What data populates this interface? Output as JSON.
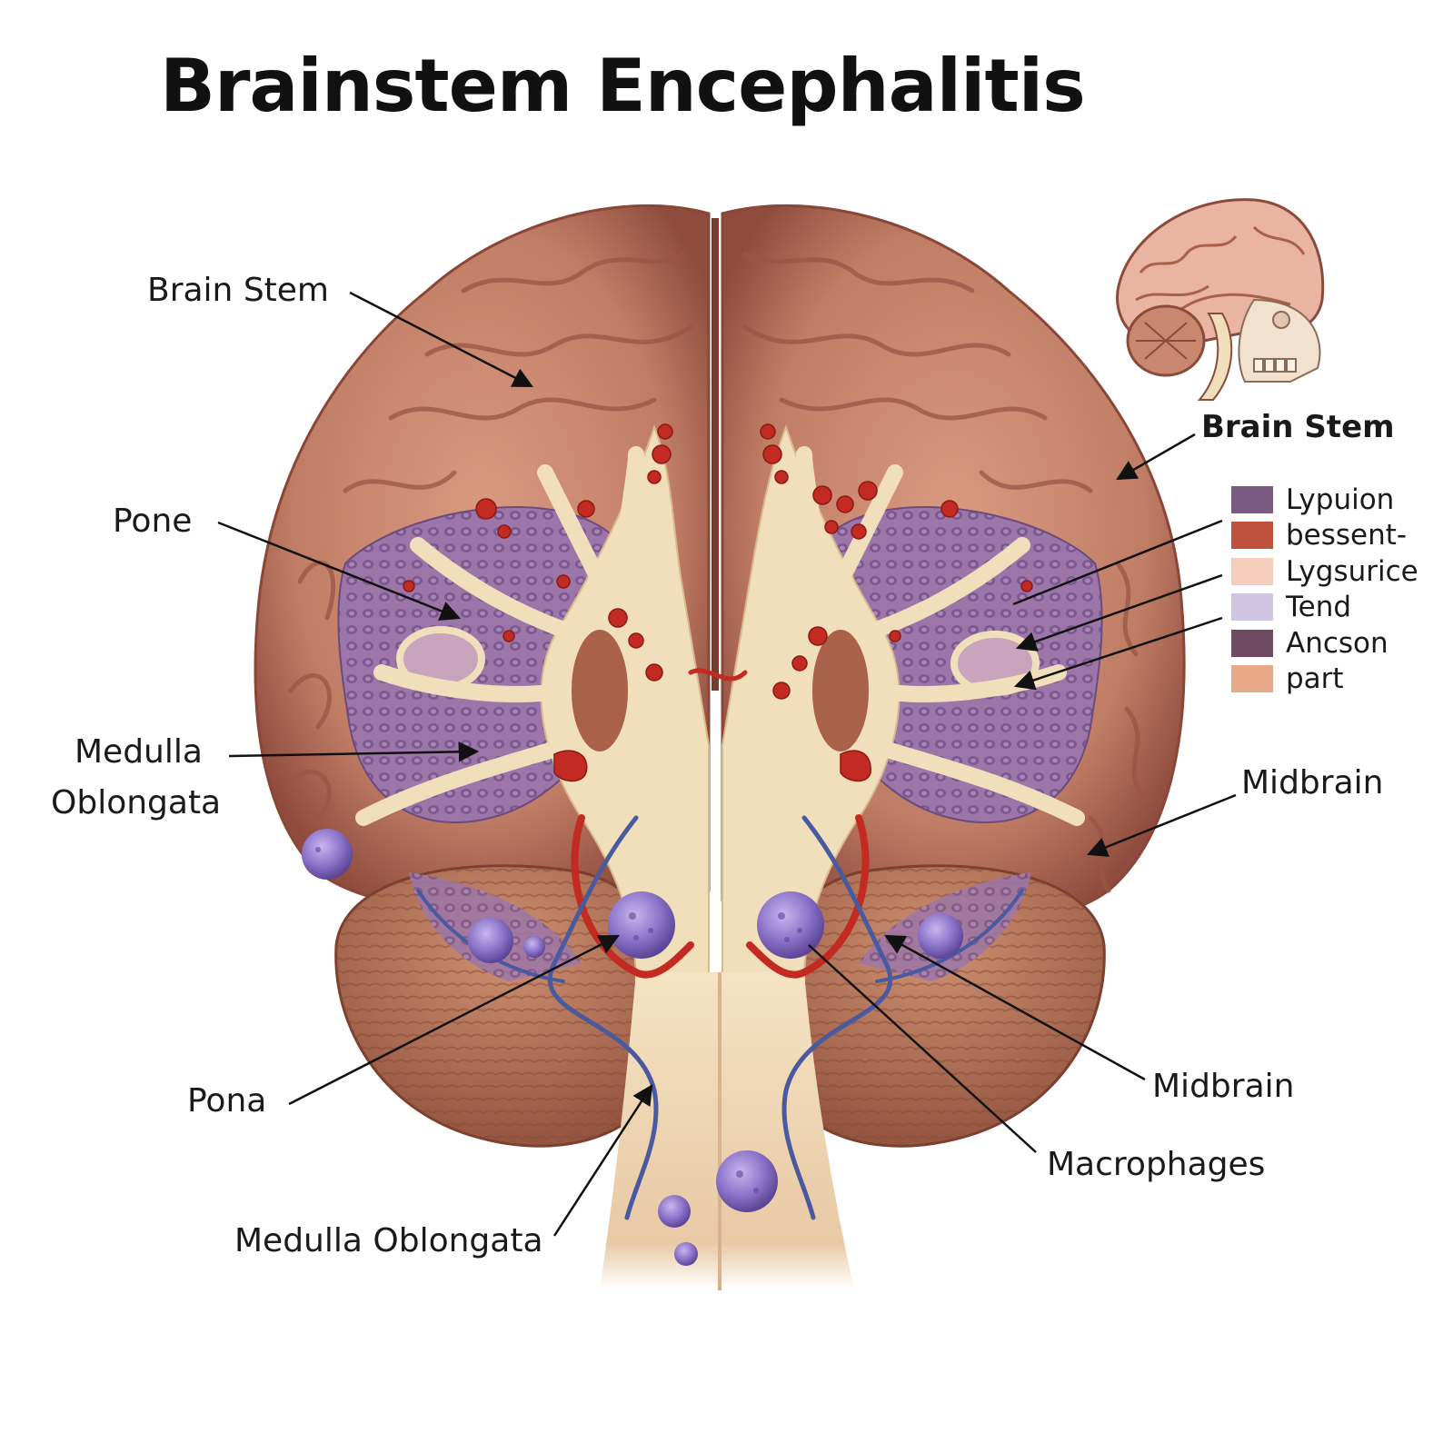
{
  "title": "Brainstem Encephalitis",
  "labels": {
    "brain_stem_left": "Brain Stem",
    "pone": "Pone",
    "medulla_oblongata_left_line1": "Medulla",
    "medulla_oblongata_left_line2": "Oblongata",
    "pona": "Pona",
    "medulla_oblongata_bottom": "Medulla Oblongata",
    "brain_stem_right": "Brain Stem",
    "midbrain_right": "Midbrain",
    "midbrain_lower": "Midbrain",
    "macrophages": "Macrophages"
  },
  "legend": [
    {
      "label": "Lypuion",
      "color": "#7a5a80"
    },
    {
      "label": "bessent-",
      "color": "#c0513a"
    },
    {
      "label": "Lygsurice",
      "color": "#f6cdbd"
    },
    {
      "label": "Tend",
      "color": "#cfc5e2"
    },
    {
      "label": "Ancson",
      "color": "#6e4a60"
    },
    {
      "label": "part",
      "color": "#e9a888"
    }
  ],
  "colors": {
    "cortex": "#c9876f",
    "cortex_dark": "#9a5545",
    "white_matter": "#f1dfbb",
    "inflamed_tissue": "#9c76a8",
    "lesion_red": "#c22a22",
    "vessel_blue": "#4a5aa0",
    "cell_purple": "#8a72c8",
    "cerebellum": "#b9775a"
  }
}
